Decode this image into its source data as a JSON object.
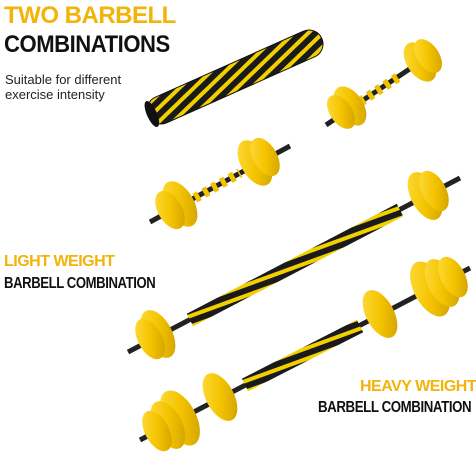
{
  "headline": {
    "line1": "TWO BARBELL",
    "line2": "COMBINATIONS"
  },
  "subtitle": "Suitable for different\nexercise intensity",
  "light": {
    "line1": "LIGHT WEIGHT",
    "line2": "BARBELL COMBINATION"
  },
  "heavy": {
    "line1": "HEAVY WEIGHT",
    "line2": "BARBELL COMBINATION"
  },
  "colors": {
    "accent": "#f2b30a",
    "plate": "#f5c400",
    "text_dark": "#111111",
    "handle_foam": "#1a1a1a"
  },
  "products": [
    "extension-bar",
    "dumbbell",
    "dumbbell",
    "light-weight-barbell",
    "heavy-weight-barbell"
  ]
}
